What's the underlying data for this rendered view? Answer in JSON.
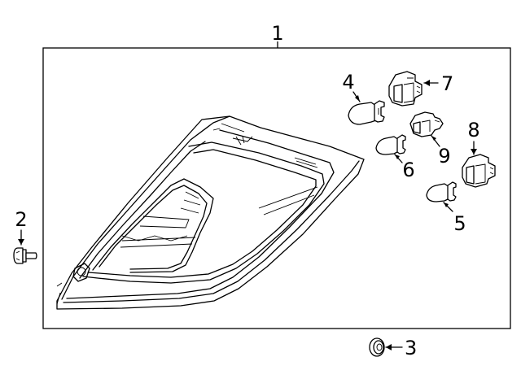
{
  "callouts": {
    "c1": "1",
    "c2": "2",
    "c3": "3",
    "c4": "4",
    "c5": "5",
    "c6": "6",
    "c7": "7",
    "c8": "8",
    "c9": "9"
  },
  "colors": {
    "line": "#000000",
    "background": "#ffffff"
  },
  "icons": [
    "screw-icon",
    "grommet-icon",
    "bulb-icon",
    "socket-icon"
  ]
}
